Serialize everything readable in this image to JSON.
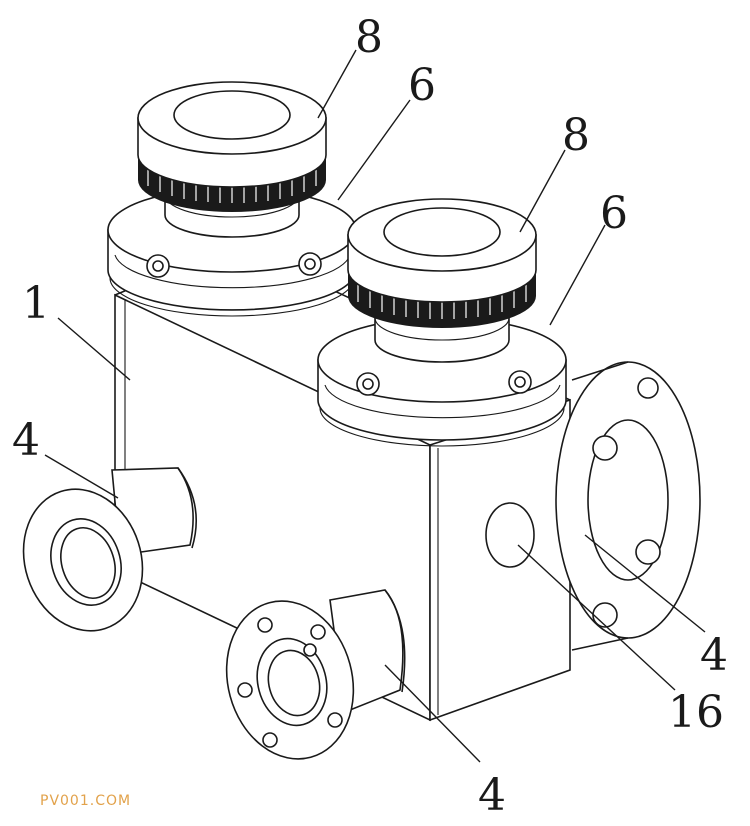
{
  "labels": {
    "knob_left": "8",
    "flange_left": "6",
    "knob_right": "8",
    "flange_right": "6",
    "body": "1",
    "port_left": "4",
    "port_right": "4",
    "port_front": "4",
    "hole": "16"
  },
  "watermark": "PV001.COM"
}
